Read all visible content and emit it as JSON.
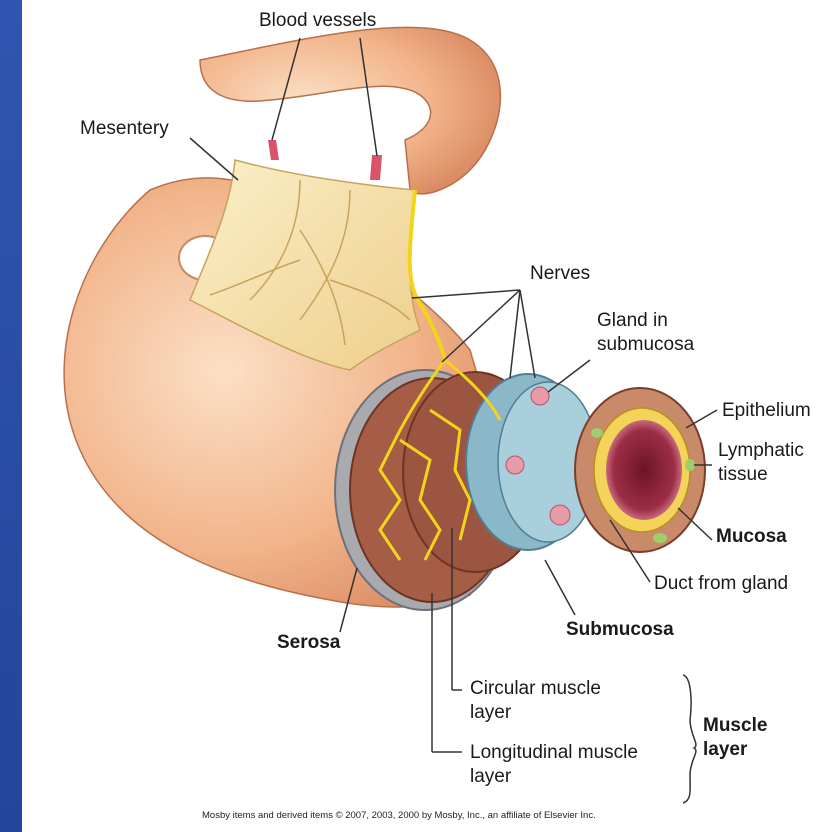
{
  "labels": {
    "blood_vessels": "Blood vessels",
    "mesentery": "Mesentery",
    "nerves": "Nerves",
    "gland_line1": "Gland in",
    "gland_line2": "submucosa",
    "epithelium": "Epithelium",
    "lymphatic_line1": "Lymphatic",
    "lymphatic_line2": "tissue",
    "mucosa": "Mucosa",
    "duct": "Duct from gland",
    "submucosa": "Submucosa",
    "serosa": "Serosa",
    "circular_line1": "Circular muscle",
    "circular_line2": "layer",
    "longitudinal_line1": "Longitudinal muscle",
    "longitudinal_line2": "layer",
    "muscle_line1": "Muscle",
    "muscle_line2": "layer"
  },
  "copyright": "Mosby items and derived items © 2007, 2003, 2000 by Mosby, Inc., an affiliate of Elsevier Inc.",
  "colors": {
    "background": "#2b4ea3",
    "panel": "#ffffff",
    "intestine": "#f2b48a",
    "mesentery": "#f6dfa6",
    "nerves": "#f2d51a",
    "muscle": "#a65d45",
    "submucosa": "#8bb8c9",
    "mucosa_lumen": "#8a1f35"
  }
}
